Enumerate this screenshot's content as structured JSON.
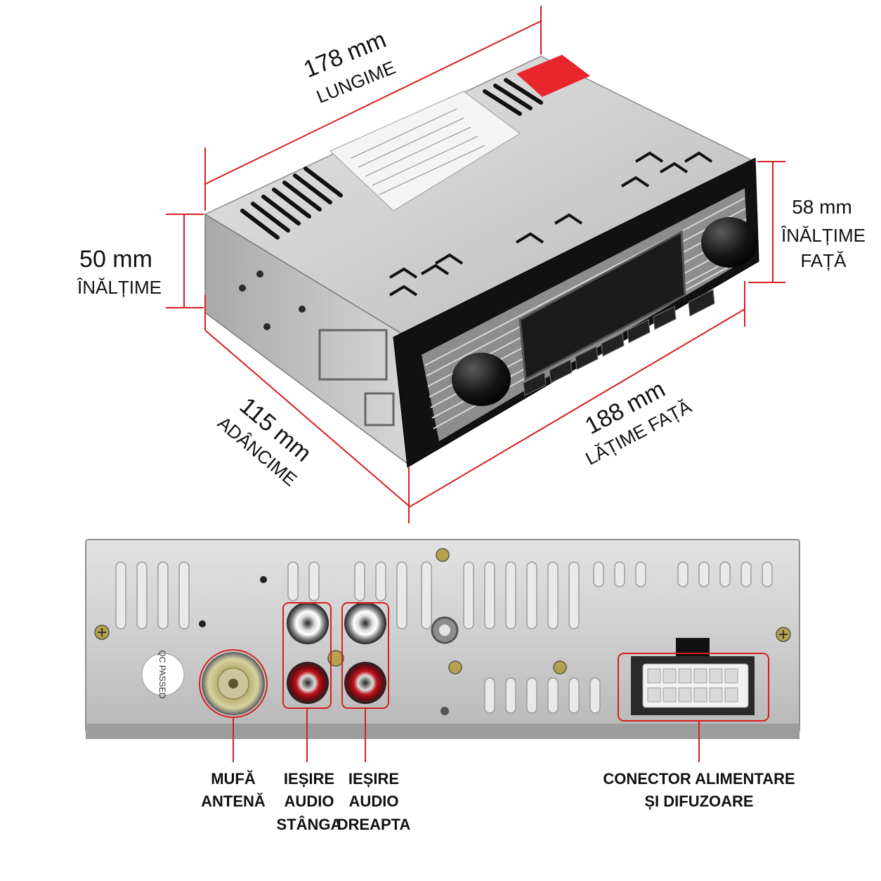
{
  "dimensions": {
    "length": {
      "value": "178 mm",
      "word": "LUNGIME"
    },
    "height": {
      "value": "50 mm",
      "word": "ÎNĂLȚIME"
    },
    "front_height": {
      "value": "58 mm",
      "word1": "ÎNĂLȚIME",
      "word2": "FAȚĂ"
    },
    "depth": {
      "value": "115 mm",
      "word": "ADÂNCIME"
    },
    "front_width": {
      "value": "188 mm",
      "word": "LĂȚIME FAȚĂ"
    }
  },
  "rear_labels": {
    "antenna": {
      "line1": "MUFĂ",
      "line2": "ANTENĂ"
    },
    "audio_left": {
      "line1": "IEȘIRE",
      "line2": "AUDIO",
      "line3": "STÂNGA"
    },
    "audio_right": {
      "line1": "IEȘIRE",
      "line2": "AUDIO",
      "line3": "DREAPTA"
    },
    "power": {
      "line1": "CONECTOR ALIMENTARE",
      "line2": "ȘI DIFUZOARE"
    }
  },
  "sticker_text": "QC PASSED",
  "colors": {
    "annotation": "#d81e1e",
    "rca_red": "#c0141c",
    "chassis": "#c9c9c9"
  }
}
